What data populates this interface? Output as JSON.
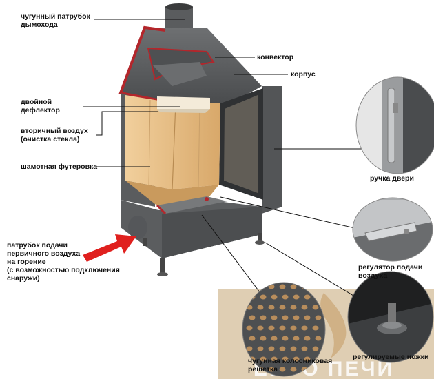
{
  "labels": {
    "flue_pipe": "чугунный патрубок\nдымохода",
    "convector": "конвектор",
    "body": "корпус",
    "double_deflector": "двойной\nдефлектор",
    "secondary_air": "вторичный воздух\n(очистка стекла)",
    "chamotte": "шамотная футеровка",
    "primary_air": "патрубок подачи\nпервичного воздуха\nна горение\n(с возможностью подключения\nснаружи)",
    "door_handle": "ручка двери",
    "air_regulator": "регулятор подачи\nвоздуха",
    "grate": "чугунная колосниковая\nрешетка",
    "feet": "регулируемые ножки",
    "watermark": "ЕВРО ПЕЧИ"
  },
  "colors": {
    "body": "#5f6163",
    "body_dark": "#3e4042",
    "cutaway": "#b3262b",
    "lining": "#e9c08a",
    "lining_dark": "#c99a5d",
    "arrow": "#e0201e",
    "watermark_bg": "#d9c6a6"
  },
  "icons": [
    "arrow-icon"
  ]
}
